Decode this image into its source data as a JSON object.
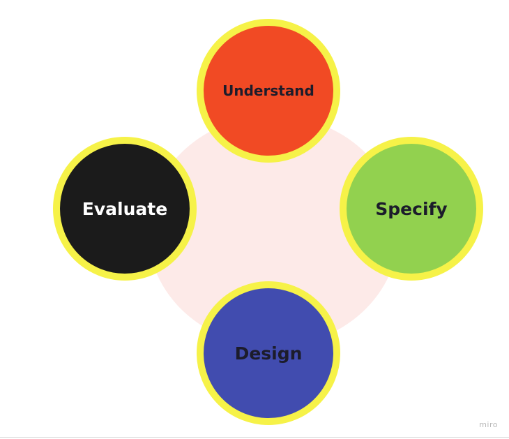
{
  "diagram": {
    "colors": {
      "background_circle": "#fdeae8",
      "ring": "#f6f248",
      "dark_text": "#1c1c2b",
      "light_text": "#ffffff"
    },
    "nodes": [
      {
        "id": "understand",
        "label": "Understand",
        "fill": "#f14a24",
        "text_color": "#1c1c2b"
      },
      {
        "id": "specify",
        "label": "Specify",
        "fill": "#92d14f",
        "text_color": "#1c1c2b"
      },
      {
        "id": "design",
        "label": "Design",
        "fill": "#414caf",
        "text_color": "#1c1c2b"
      },
      {
        "id": "evaluate",
        "label": "Evaluate",
        "fill": "#1b1b1b",
        "text_color": "#ffffff"
      }
    ]
  },
  "watermark": {
    "text": "miro"
  }
}
